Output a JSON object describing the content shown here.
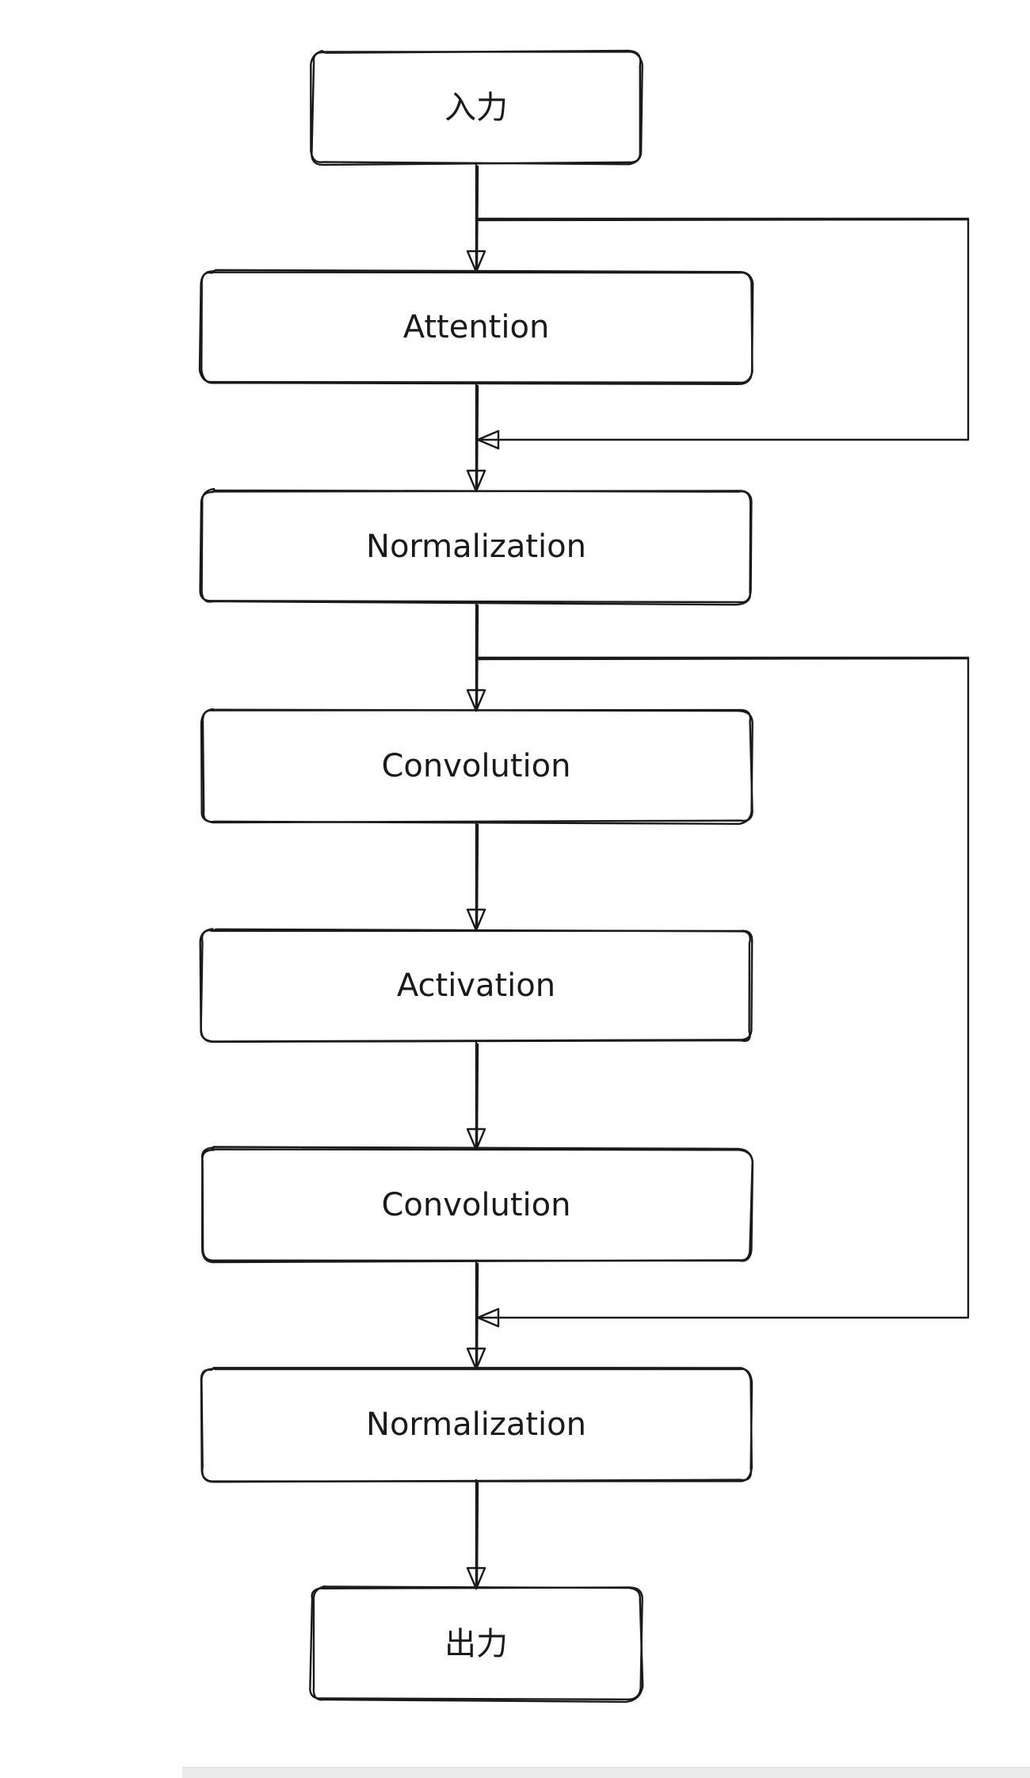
{
  "diagram": {
    "nodes": [
      {
        "id": "input",
        "label": "入力"
      },
      {
        "id": "attention",
        "label": "Attention"
      },
      {
        "id": "norm1",
        "label": "Normalization"
      },
      {
        "id": "conv1",
        "label": "Convolution"
      },
      {
        "id": "activation",
        "label": "Activation"
      },
      {
        "id": "conv2",
        "label": "Convolution"
      },
      {
        "id": "norm2",
        "label": "Normalization"
      },
      {
        "id": "output",
        "label": "出力"
      }
    ],
    "edges": [
      {
        "from": "input",
        "to": "attention"
      },
      {
        "from": "attention",
        "to": "norm1"
      },
      {
        "from": "norm1",
        "to": "conv1"
      },
      {
        "from": "conv1",
        "to": "activation"
      },
      {
        "from": "activation",
        "to": "conv2"
      },
      {
        "from": "conv2",
        "to": "norm2"
      },
      {
        "from": "norm2",
        "to": "output"
      },
      {
        "from": "input",
        "to": "norm1",
        "type": "skip"
      },
      {
        "from": "norm1",
        "to": "norm2",
        "type": "skip"
      }
    ]
  }
}
